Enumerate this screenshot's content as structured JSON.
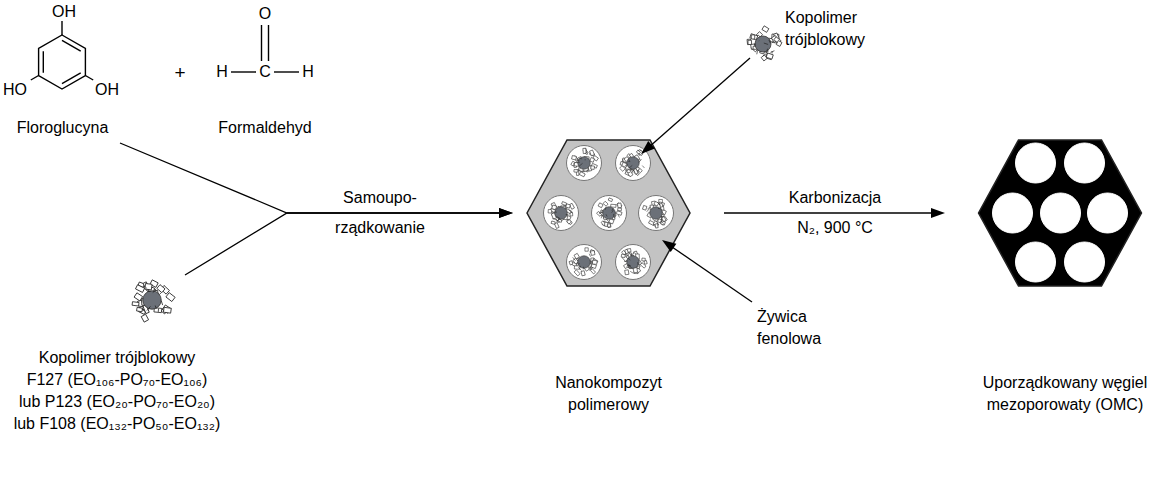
{
  "diagram": {
    "nodes": [
      {
        "text": [
          "Floroglucyna"
        ]
      },
      {
        "text": [
          "Formaldehyd"
        ]
      },
      {
        "text": [
          "Kopolimer trójblokowy",
          "F127 (EO₁₀₆-PO₇₀-EO₁₀₆)",
          "lub P123 (EO₂₀-PO₇₀-EO₂₀)",
          "lub F108 (EO₁₃₂-PO₅₀-EO₁₃₂)"
        ]
      },
      {
        "text": [
          "Nanokompozyt polimerowy"
        ]
      },
      {
        "text": [
          "Uporządkowany węgiel mezoporowaty (OMC)"
        ]
      }
    ],
    "edges": [
      {
        "from": 0,
        "to": 3,
        "arrow": "to",
        "label": "Samoupo- rządkowanie"
      },
      {
        "from": 2,
        "to": 3,
        "arrow": "to"
      },
      {
        "from": 3,
        "to": 4,
        "arrow": "to",
        "label": "Karbonizacja N₂, 900 °C"
      }
    ],
    "labels": [
      "OH",
      "HO",
      "OH",
      "+",
      "O",
      "H",
      "C",
      "H",
      "Kopolimer trójblokowy",
      "Żywica fenolowa"
    ]
  }
}
